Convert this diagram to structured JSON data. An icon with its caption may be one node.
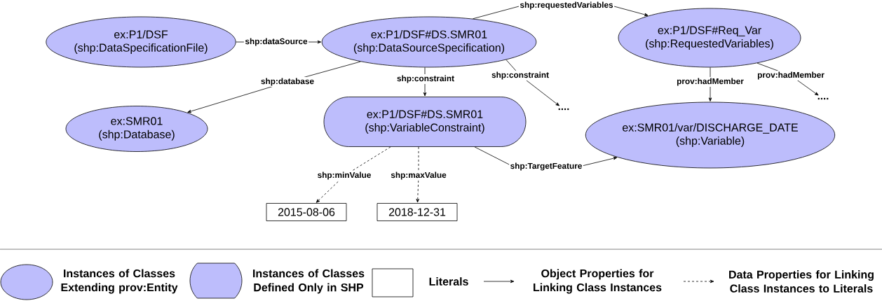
{
  "diagram": {
    "nodes": [
      {
        "text": [
          "ex:P1/DSF",
          "(shp:DataSpecificationFile)"
        ]
      },
      {
        "text": [
          "ex:P1/DSF#DS.SMR01",
          "(shp:DataSourceSpecification)"
        ]
      },
      {
        "text": [
          "ex:P1/DSF#Req_Var",
          "(shp:RequestedVariables)"
        ]
      },
      {
        "text": [
          "ex:SMR01",
          "(shp:Database)"
        ]
      },
      {
        "text": [
          "ex:P1/DSF#DS.SMR01",
          "(shp:VariableConstraint)"
        ]
      },
      {
        "text": [
          "...."
        ]
      },
      {
        "text": [
          "...."
        ]
      },
      {
        "text": [
          "ex:SMR01/var/DISCHARGE_DATE",
          "(shp:Variable)"
        ]
      },
      {
        "text": [
          "2015-08-06"
        ]
      },
      {
        "text": [
          "2018-12-31"
        ]
      }
    ],
    "edges": [
      {
        "from": 0,
        "to": 1,
        "arrow": "to",
        "label": "shp:dataSource"
      },
      {
        "from": 1,
        "to": 2,
        "arrow": "to",
        "label": "shp:requestedVariables"
      },
      {
        "from": 1,
        "to": 3,
        "arrow": "to",
        "label": "shp:database"
      },
      {
        "from": 1,
        "to": 4,
        "arrow": "to",
        "label": "shp:constraint"
      },
      {
        "from": 1,
        "to": 5,
        "arrow": "to",
        "label": "shp:constraint"
      },
      {
        "from": 2,
        "to": 7,
        "arrow": "to",
        "label": "prov:hadMember"
      },
      {
        "from": 2,
        "to": 6,
        "arrow": "to",
        "label": "prov:hadMember"
      },
      {
        "from": 4,
        "to": 7,
        "arrow": "to",
        "label": "shp:TargetFeature"
      },
      {
        "from": 4,
        "to": 8,
        "arrow": "to",
        "label": "shp:minValue",
        "style": "dashed"
      },
      {
        "from": 4,
        "to": 9,
        "arrow": "to",
        "label": "shp:maxValue",
        "style": "dashed"
      }
    ],
    "legend": [
      {
        "text": "Instances of Classes Extending prov:Entity"
      },
      {
        "text": "Instances of Classes Defined Only in SHP"
      },
      {
        "text": "Literals"
      },
      {
        "text": "Object Properties for Linking Class Instances"
      },
      {
        "text": "Data Properties for Linking Class Instances to Literals"
      }
    ]
  }
}
